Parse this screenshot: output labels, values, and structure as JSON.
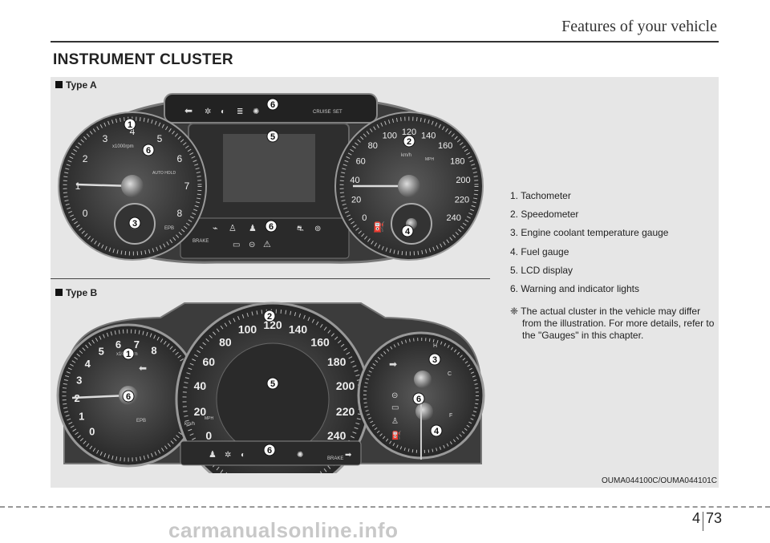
{
  "header": {
    "section": "Features of your vehicle"
  },
  "page_title": "INSTRUMENT CLUSTER",
  "figure": {
    "type_a_label": "Type A",
    "type_b_label": "Type B",
    "code": "OUMA044100C/OUMA044101C",
    "callouts": [
      "1",
      "2",
      "3",
      "4",
      "5",
      "6"
    ],
    "cluster_text": {
      "tach_unit": "x1000rpm",
      "auto_hold": "AUTO HOLD",
      "epb": "EPB",
      "cruise": "CRUISE",
      "set": "SET",
      "brake": "BRAKE",
      "kmh": "km/h",
      "mph": "MPH",
      "tach_a": [
        "0",
        "1",
        "2",
        "3",
        "4",
        "5",
        "6",
        "7",
        "8"
      ],
      "speed_a": [
        "0",
        "20",
        "40",
        "60",
        "80",
        "100",
        "120",
        "140",
        "160",
        "180",
        "200",
        "220",
        "240"
      ],
      "tach_b": [
        "0",
        "1",
        "2",
        "3",
        "4",
        "5",
        "6",
        "7",
        "8"
      ],
      "speed_b": [
        "0",
        "20",
        "40",
        "60",
        "80",
        "100",
        "120",
        "140",
        "160",
        "180",
        "200",
        "220",
        "240"
      ]
    }
  },
  "legend": {
    "items": [
      "1. Tachometer",
      "2. Speedometer",
      "3. Engine coolant temperature gauge",
      "4. Fuel gauge",
      "5. LCD display",
      "6. Warning and indicator lights"
    ],
    "note": "❈ The actual cluster in the vehicle may differ from the illustration. For more details, refer to the \"Gauges\" in this chapter."
  },
  "footer": {
    "chapter": "4",
    "page": "73"
  },
  "watermark": "carmanualsonline.info"
}
